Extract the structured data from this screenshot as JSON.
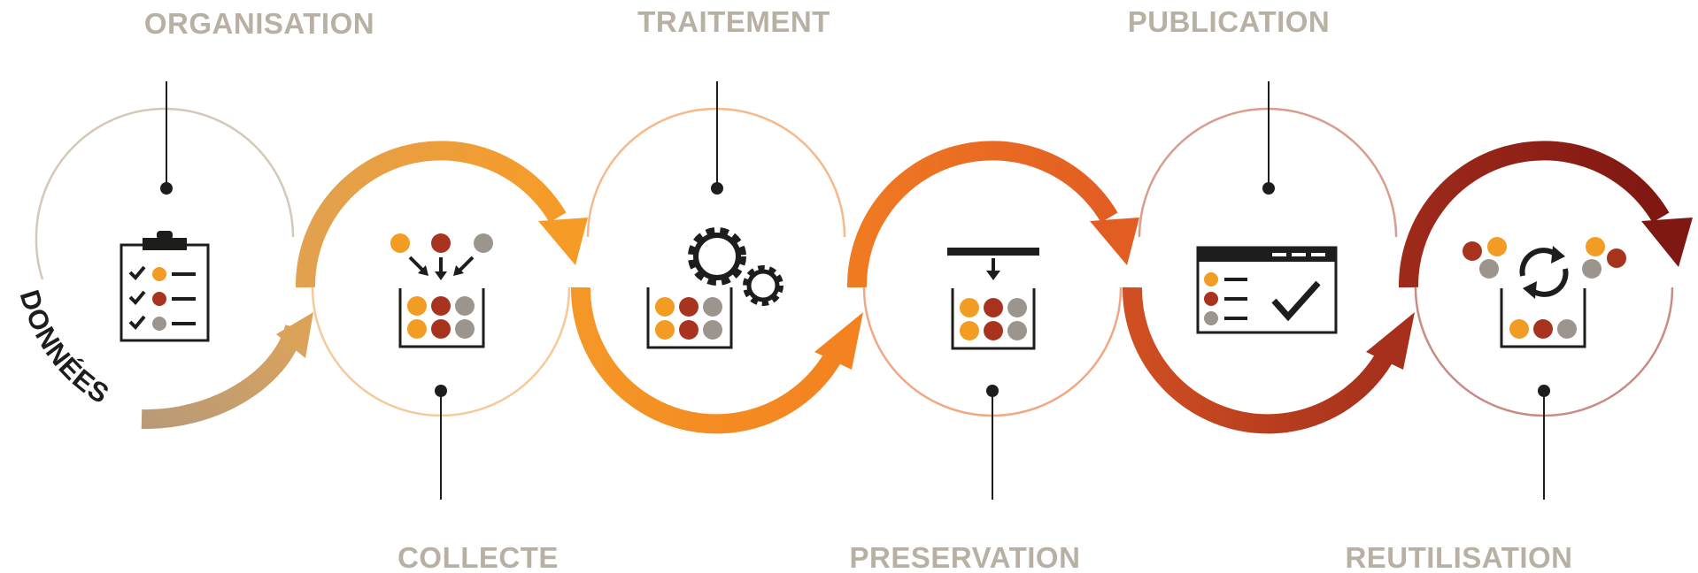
{
  "diagram": {
    "start_label": "DONNÉES",
    "stages": [
      {
        "label": "ORGANISATION",
        "icon": "clipboard-checklist-icon",
        "color": "#c9a27b"
      },
      {
        "label": "COLLECTE",
        "icon": "collect-bin-icon",
        "color": "#f4a03a"
      },
      {
        "label": "TRAITEMENT",
        "icon": "gears-processing-icon",
        "color": "#f28c1e"
      },
      {
        "label": "PRESERVATION",
        "icon": "press-archive-icon",
        "color": "#e8661f"
      },
      {
        "label": "PUBLICATION",
        "icon": "web-publication-icon",
        "color": "#b8401f"
      },
      {
        "label": "REUTILISATION",
        "icon": "recycle-reuse-icon",
        "color": "#8b1c16"
      }
    ],
    "colors": {
      "dot_orange": "#f39c23",
      "dot_red": "#a8331f",
      "dot_gray": "#9b958d",
      "label_gray": "#b9b0a4",
      "ink": "#1d1d1b"
    }
  }
}
